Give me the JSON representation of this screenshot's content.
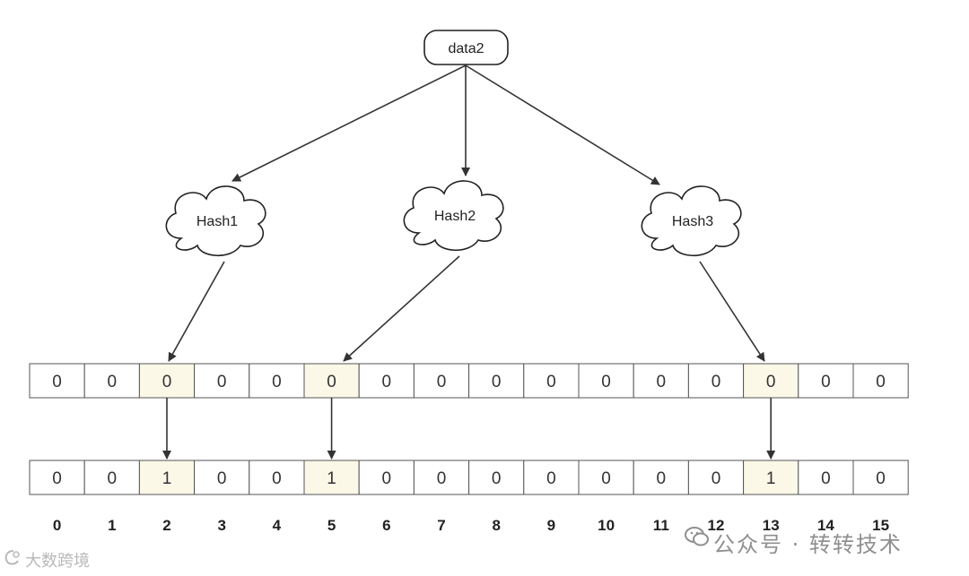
{
  "diagram": {
    "source": "data2",
    "hashes": [
      "Hash1",
      "Hash2",
      "Hash3"
    ],
    "before_bits": [
      "0",
      "0",
      "0",
      "0",
      "0",
      "0",
      "0",
      "0",
      "0",
      "0",
      "0",
      "0",
      "0",
      "0",
      "0",
      "0"
    ],
    "after_bits": [
      "0",
      "0",
      "1",
      "0",
      "0",
      "1",
      "0",
      "0",
      "0",
      "0",
      "0",
      "0",
      "0",
      "1",
      "0",
      "0"
    ],
    "indices": [
      "0",
      "1",
      "2",
      "3",
      "4",
      "5",
      "6",
      "7",
      "8",
      "9",
      "10",
      "11",
      "12",
      "13",
      "14",
      "15"
    ],
    "hash_targets": [
      2,
      5,
      13
    ],
    "highlight_color": "#fbf8e8",
    "cell_border_color": "#555555",
    "arrow_color": "#333333"
  },
  "watermarks": {
    "bottom_left": "大数跨境",
    "bottom_right": "公众号 · 转转技术"
  }
}
